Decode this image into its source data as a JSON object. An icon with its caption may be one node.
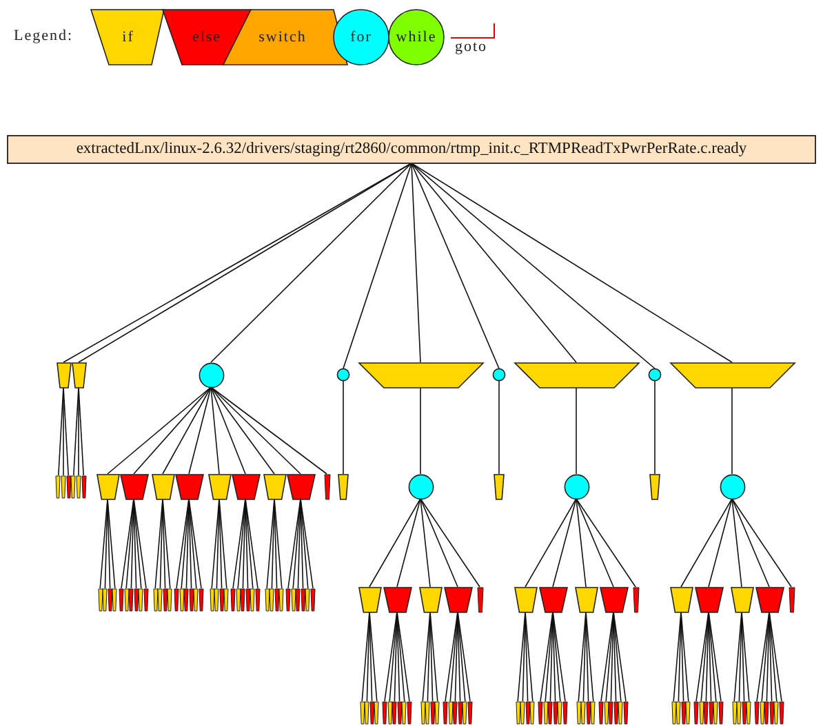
{
  "diagram": {
    "nodes": [
      {
        "text": [
          "extractedLnx/linux-2.6.32/drivers/staging/rt2860/common/rtmp_init.c_RTMPReadTxPwrPerRate.c.ready"
        ]
      },
      {
        "text": [],
        "shape": "trapezoid"
      },
      {
        "text": [],
        "shape": "trapezoid"
      },
      {
        "text": [],
        "shape": "circle"
      },
      {
        "text": [],
        "shape": "circle"
      },
      {
        "text": [],
        "shape": "trapezoid"
      },
      {
        "text": [],
        "shape": "circle"
      },
      {
        "text": [],
        "shape": "trapezoid"
      },
      {
        "text": [],
        "shape": "circle"
      },
      {
        "text": [],
        "shape": "trapezoid"
      },
      {
        "text": [],
        "shape": "trapezoid"
      },
      {
        "text": [],
        "shape": "trapezoid"
      },
      {
        "text": [],
        "shape": "trapezoid"
      },
      {
        "text": [],
        "shape": "trapezoid"
      },
      {
        "text": [],
        "shape": "trapezoid"
      },
      {
        "text": [],
        "shape": "trapezoid"
      },
      {
        "text": [],
        "shape": "trapezoid"
      },
      {
        "text": [],
        "shape": "trapezoid"
      },
      {
        "text": [],
        "shape": "trapezoid"
      },
      {
        "text": [],
        "shape": "trapezoid"
      },
      {
        "text": [],
        "shape": "trapezoid"
      },
      {
        "text": [],
        "shape": "trapezoid"
      },
      {
        "text": [],
        "shape": "trapezoid"
      },
      {
        "text": [],
        "shape": "trapezoid"
      },
      {
        "text": [],
        "shape": "trapezoid"
      },
      {
        "text": [],
        "shape": "trapezoid"
      },
      {
        "text": [],
        "shape": "circle"
      },
      {
        "text": [],
        "shape": "trapezoid"
      },
      {
        "text": [],
        "shape": "circle"
      },
      {
        "text": [],
        "shape": "trapezoid"
      },
      {
        "text": [],
        "shape": "circle"
      },
      {
        "text": [],
        "shape": "trapezoid"
      },
      {
        "text": [],
        "shape": "trapezoid"
      },
      {
        "text": [],
        "shape": "trapezoid"
      },
      {
        "text": [],
        "shape": "trapezoid"
      },
      {
        "text": [],
        "shape": "trapezoid"
      },
      {
        "text": [],
        "shape": "trapezoid"
      },
      {
        "text": [],
        "shape": "trapezoid"
      },
      {
        "text": [],
        "shape": "trapezoid"
      },
      {
        "text": [],
        "shape": "trapezoid"
      },
      {
        "text": [],
        "shape": "trapezoid"
      },
      {
        "text": [],
        "shape": "trapezoid"
      },
      {
        "text": [],
        "shape": "trapezoid"
      },
      {
        "text": [],
        "shape": "trapezoid"
      },
      {
        "text": [],
        "shape": "trapezoid"
      },
      {
        "text": [],
        "shape": "trapezoid"
      },
      {
        "text": [],
        "shape": "trapezoid"
      },
      {
        "text": [],
        "shape": "trapezoid"
      },
      {
        "text": [],
        "shape": "trapezoid"
      },
      {
        "text": [],
        "shape": "trapezoid"
      },
      {
        "text": [],
        "shape": "trapezoid"
      },
      {
        "text": [],
        "shape": "trapezoid"
      },
      {
        "text": [],
        "shape": "trapezoid"
      },
      {
        "text": [],
        "shape": "trapezoid"
      },
      {
        "text": [],
        "shape": "trapezoid"
      },
      {
        "text": [],
        "shape": "trapezoid"
      },
      {
        "text": [],
        "shape": "trapezoid"
      },
      {
        "text": [],
        "shape": "trapezoid"
      },
      {
        "text": [],
        "shape": "trapezoid"
      },
      {
        "text": [],
        "shape": "trapezoid"
      },
      {
        "text": [],
        "shape": "trapezoid"
      },
      {
        "text": [],
        "shape": "trapezoid"
      },
      {
        "text": [],
        "shape": "trapezoid"
      },
      {
        "text": [],
        "shape": "trapezoid"
      },
      {
        "text": [],
        "shape": "trapezoid"
      },
      {
        "text": [],
        "shape": "trapezoid"
      },
      {
        "text": [],
        "shape": "trapezoid"
      },
      {
        "text": [],
        "shape": "trapezoid"
      },
      {
        "text": [],
        "shape": "trapezoid"
      },
      {
        "text": [],
        "shape": "trapezoid"
      },
      {
        "text": [],
        "shape": "trapezoid"
      },
      {
        "text": [],
        "shape": "trapezoid"
      },
      {
        "text": [],
        "shape": "trapezoid"
      },
      {
        "text": [],
        "shape": "trapezoid"
      },
      {
        "text": [],
        "shape": "trapezoid"
      },
      {
        "text": [],
        "shape": "trapezoid"
      },
      {
        "text": [],
        "shape": "trapezoid"
      },
      {
        "text": [],
        "shape": "trapezoid"
      },
      {
        "text": [],
        "shape": "trapezoid"
      },
      {
        "text": [],
        "shape": "trapezoid"
      },
      {
        "text": [],
        "shape": "trapezoid"
      },
      {
        "text": [],
        "shape": "trapezoid"
      },
      {
        "text": [],
        "shape": "trapezoid"
      },
      {
        "text": [],
        "shape": "trapezoid"
      },
      {
        "text": [],
        "shape": "trapezoid"
      },
      {
        "text": [],
        "shape": "trapezoid"
      },
      {
        "text": [],
        "shape": "trapezoid"
      },
      {
        "text": [],
        "shape": "trapezoid"
      },
      {
        "text": [],
        "shape": "trapezoid"
      },
      {
        "text": [],
        "shape": "trapezoid"
      },
      {
        "text": [],
        "shape": "trapezoid"
      },
      {
        "text": [],
        "shape": "trapezoid"
      },
      {
        "text": [],
        "shape": "trapezoid"
      },
      {
        "text": [],
        "shape": "trapezoid"
      },
      {
        "text": [],
        "shape": "trapezoid"
      },
      {
        "text": [],
        "shape": "trapezoid"
      },
      {
        "text": [],
        "shape": "trapezoid"
      },
      {
        "text": [],
        "shape": "trapezoid"
      },
      {
        "text": [],
        "shape": "trapezoid"
      },
      {
        "text": [],
        "shape": "trapezoid"
      },
      {
        "text": [],
        "shape": "trapezoid"
      },
      {
        "text": [],
        "shape": "trapezoid"
      },
      {
        "text": [],
        "shape": "trapezoid"
      },
      {
        "text": [],
        "shape": "trapezoid"
      },
      {
        "text": [],
        "shape": "trapezoid"
      },
      {
        "text": [],
        "shape": "trapezoid"
      },
      {
        "text": [],
        "shape": "trapezoid"
      },
      {
        "text": [],
        "shape": "trapezoid"
      },
      {
        "text": [],
        "shape": "trapezoid"
      },
      {
        "text": [],
        "shape": "trapezoid"
      },
      {
        "text": [],
        "shape": "trapezoid"
      },
      {
        "text": [],
        "shape": "trapezoid"
      },
      {
        "text": [],
        "shape": "trapezoid"
      },
      {
        "text": [],
        "shape": "trapezoid"
      },
      {
        "text": [],
        "shape": "trapezoid"
      },
      {
        "text": [],
        "shape": "trapezoid"
      },
      {
        "text": [],
        "shape": "trapezoid"
      },
      {
        "text": [],
        "shape": "trapezoid"
      },
      {
        "text": [],
        "shape": "trapezoid"
      },
      {
        "text": [],
        "shape": "trapezoid"
      },
      {
        "text": [],
        "shape": "trapezoid"
      },
      {
        "text": [],
        "shape": "trapezoid"
      },
      {
        "text": [],
        "shape": "trapezoid"
      },
      {
        "text": [],
        "shape": "trapezoid"
      },
      {
        "text": [],
        "shape": "trapezoid"
      },
      {
        "text": [],
        "shape": "trapezoid"
      },
      {
        "text": [],
        "shape": "trapezoid"
      },
      {
        "text": [],
        "shape": "trapezoid"
      },
      {
        "text": [],
        "shape": "trapezoid"
      },
      {
        "text": [],
        "shape": "trapezoid"
      },
      {
        "text": [],
        "shape": "trapezoid"
      },
      {
        "text": [],
        "shape": "trapezoid"
      },
      {
        "text": [],
        "shape": "trapezoid"
      },
      {
        "text": [],
        "shape": "trapezoid"
      },
      {
        "text": [],
        "shape": "trapezoid"
      },
      {
        "text": [],
        "shape": "trapezoid"
      },
      {
        "text": [],
        "shape": "trapezoid"
      },
      {
        "text": [],
        "shape": "trapezoid"
      },
      {
        "text": [],
        "shape": "trapezoid"
      },
      {
        "text": [],
        "shape": "trapezoid"
      },
      {
        "text": [],
        "shape": "trapezoid"
      },
      {
        "text": [],
        "shape": "trapezoid"
      },
      {
        "text": [],
        "shape": "trapezoid"
      },
      {
        "text": [],
        "shape": "trapezoid"
      },
      {
        "text": [],
        "shape": "trapezoid"
      },
      {
        "text": [],
        "shape": "trapezoid"
      }
    ],
    "edges": [
      {
        "from": 0,
        "to": 1,
        "arrow": "none"
      },
      {
        "from": 0,
        "to": 2,
        "arrow": "none"
      },
      {
        "from": 0,
        "to": 3,
        "arrow": "none"
      },
      {
        "from": 0,
        "to": 4,
        "arrow": "none"
      },
      {
        "from": 0,
        "to": 5,
        "arrow": "none"
      },
      {
        "from": 0,
        "to": 6,
        "arrow": "none"
      },
      {
        "from": 0,
        "to": 7,
        "arrow": "none"
      },
      {
        "from": 0,
        "to": 8,
        "arrow": "none"
      },
      {
        "from": 0,
        "to": 9,
        "arrow": "none"
      },
      {
        "from": 1,
        "to": 10,
        "arrow": "none"
      },
      {
        "from": 1,
        "to": 11,
        "arrow": "none"
      },
      {
        "from": 1,
        "to": 12,
        "arrow": "none"
      },
      {
        "from": 2,
        "to": 13,
        "arrow": "none"
      },
      {
        "from": 2,
        "to": 14,
        "arrow": "none"
      },
      {
        "from": 2,
        "to": 15,
        "arrow": "none"
      },
      {
        "from": 3,
        "to": 16,
        "arrow": "none"
      },
      {
        "from": 3,
        "to": 17,
        "arrow": "none"
      },
      {
        "from": 3,
        "to": 18,
        "arrow": "none"
      },
      {
        "from": 3,
        "to": 19,
        "arrow": "none"
      },
      {
        "from": 3,
        "to": 20,
        "arrow": "none"
      },
      {
        "from": 3,
        "to": 21,
        "arrow": "none"
      },
      {
        "from": 3,
        "to": 22,
        "arrow": "none"
      },
      {
        "from": 3,
        "to": 23,
        "arrow": "none"
      },
      {
        "from": 3,
        "to": 24,
        "arrow": "none"
      },
      {
        "from": 4,
        "to": 25,
        "arrow": "none"
      },
      {
        "from": 5,
        "to": 26,
        "arrow": "none"
      },
      {
        "from": 6,
        "to": 27,
        "arrow": "none"
      },
      {
        "from": 7,
        "to": 28,
        "arrow": "none"
      },
      {
        "from": 8,
        "to": 29,
        "arrow": "none"
      },
      {
        "from": 9,
        "to": 30,
        "arrow": "none"
      },
      {
        "from": 16,
        "to": 31,
        "arrow": "none"
      },
      {
        "from": 16,
        "to": 32,
        "arrow": "none"
      },
      {
        "from": 16,
        "to": 33,
        "arrow": "none"
      },
      {
        "from": 16,
        "to": 34,
        "arrow": "none"
      },
      {
        "from": 17,
        "to": 35,
        "arrow": "none"
      },
      {
        "from": 17,
        "to": 36,
        "arrow": "none"
      },
      {
        "from": 17,
        "to": 37,
        "arrow": "none"
      },
      {
        "from": 17,
        "to": 38,
        "arrow": "none"
      },
      {
        "from": 17,
        "to": 39,
        "arrow": "none"
      },
      {
        "from": 17,
        "to": 40,
        "arrow": "none"
      },
      {
        "from": 18,
        "to": 41,
        "arrow": "none"
      },
      {
        "from": 18,
        "to": 42,
        "arrow": "none"
      },
      {
        "from": 18,
        "to": 43,
        "arrow": "none"
      },
      {
        "from": 18,
        "to": 44,
        "arrow": "none"
      },
      {
        "from": 19,
        "to": 45,
        "arrow": "none"
      },
      {
        "from": 19,
        "to": 46,
        "arrow": "none"
      },
      {
        "from": 19,
        "to": 47,
        "arrow": "none"
      },
      {
        "from": 19,
        "to": 48,
        "arrow": "none"
      },
      {
        "from": 19,
        "to": 49,
        "arrow": "none"
      },
      {
        "from": 19,
        "to": 50,
        "arrow": "none"
      },
      {
        "from": 20,
        "to": 51,
        "arrow": "none"
      },
      {
        "from": 20,
        "to": 52,
        "arrow": "none"
      },
      {
        "from": 20,
        "to": 53,
        "arrow": "none"
      },
      {
        "from": 20,
        "to": 54,
        "arrow": "none"
      },
      {
        "from": 21,
        "to": 55,
        "arrow": "none"
      },
      {
        "from": 21,
        "to": 56,
        "arrow": "none"
      },
      {
        "from": 21,
        "to": 57,
        "arrow": "none"
      },
      {
        "from": 21,
        "to": 58,
        "arrow": "none"
      },
      {
        "from": 21,
        "to": 59,
        "arrow": "none"
      },
      {
        "from": 21,
        "to": 60,
        "arrow": "none"
      },
      {
        "from": 22,
        "to": 61,
        "arrow": "none"
      },
      {
        "from": 22,
        "to": 62,
        "arrow": "none"
      },
      {
        "from": 22,
        "to": 63,
        "arrow": "none"
      },
      {
        "from": 22,
        "to": 64,
        "arrow": "none"
      },
      {
        "from": 23,
        "to": 65,
        "arrow": "none"
      },
      {
        "from": 23,
        "to": 66,
        "arrow": "none"
      },
      {
        "from": 23,
        "to": 67,
        "arrow": "none"
      },
      {
        "from": 23,
        "to": 68,
        "arrow": "none"
      },
      {
        "from": 23,
        "to": 69,
        "arrow": "none"
      },
      {
        "from": 23,
        "to": 70,
        "arrow": "none"
      },
      {
        "from": 26,
        "to": 71,
        "arrow": "none"
      },
      {
        "from": 26,
        "to": 72,
        "arrow": "none"
      },
      {
        "from": 26,
        "to": 73,
        "arrow": "none"
      },
      {
        "from": 26,
        "to": 74,
        "arrow": "none"
      },
      {
        "from": 26,
        "to": 75,
        "arrow": "none"
      },
      {
        "from": 28,
        "to": 76,
        "arrow": "none"
      },
      {
        "from": 28,
        "to": 77,
        "arrow": "none"
      },
      {
        "from": 28,
        "to": 78,
        "arrow": "none"
      },
      {
        "from": 28,
        "to": 79,
        "arrow": "none"
      },
      {
        "from": 28,
        "to": 80,
        "arrow": "none"
      },
      {
        "from": 30,
        "to": 81,
        "arrow": "none"
      },
      {
        "from": 30,
        "to": 82,
        "arrow": "none"
      },
      {
        "from": 30,
        "to": 83,
        "arrow": "none"
      },
      {
        "from": 30,
        "to": 84,
        "arrow": "none"
      },
      {
        "from": 30,
        "to": 85,
        "arrow": "none"
      },
      {
        "from": 71,
        "to": 86,
        "arrow": "none"
      },
      {
        "from": 71,
        "to": 87,
        "arrow": "none"
      },
      {
        "from": 71,
        "to": 88,
        "arrow": "none"
      },
      {
        "from": 71,
        "to": 89,
        "arrow": "none"
      },
      {
        "from": 72,
        "to": 90,
        "arrow": "none"
      },
      {
        "from": 72,
        "to": 91,
        "arrow": "none"
      },
      {
        "from": 72,
        "to": 92,
        "arrow": "none"
      },
      {
        "from": 72,
        "to": 93,
        "arrow": "none"
      },
      {
        "from": 72,
        "to": 94,
        "arrow": "none"
      },
      {
        "from": 72,
        "to": 95,
        "arrow": "none"
      },
      {
        "from": 73,
        "to": 96,
        "arrow": "none"
      },
      {
        "from": 73,
        "to": 97,
        "arrow": "none"
      },
      {
        "from": 73,
        "to": 98,
        "arrow": "none"
      },
      {
        "from": 73,
        "to": 99,
        "arrow": "none"
      },
      {
        "from": 74,
        "to": 100,
        "arrow": "none"
      },
      {
        "from": 74,
        "to": 101,
        "arrow": "none"
      },
      {
        "from": 74,
        "to": 102,
        "arrow": "none"
      },
      {
        "from": 74,
        "to": 103,
        "arrow": "none"
      },
      {
        "from": 74,
        "to": 104,
        "arrow": "none"
      },
      {
        "from": 74,
        "to": 105,
        "arrow": "none"
      },
      {
        "from": 76,
        "to": 106,
        "arrow": "none"
      },
      {
        "from": 76,
        "to": 107,
        "arrow": "none"
      },
      {
        "from": 76,
        "to": 108,
        "arrow": "none"
      },
      {
        "from": 76,
        "to": 109,
        "arrow": "none"
      },
      {
        "from": 77,
        "to": 110,
        "arrow": "none"
      },
      {
        "from": 77,
        "to": 111,
        "arrow": "none"
      },
      {
        "from": 77,
        "to": 112,
        "arrow": "none"
      },
      {
        "from": 77,
        "to": 113,
        "arrow": "none"
      },
      {
        "from": 77,
        "to": 114,
        "arrow": "none"
      },
      {
        "from": 77,
        "to": 115,
        "arrow": "none"
      },
      {
        "from": 78,
        "to": 116,
        "arrow": "none"
      },
      {
        "from": 78,
        "to": 117,
        "arrow": "none"
      },
      {
        "from": 78,
        "to": 118,
        "arrow": "none"
      },
      {
        "from": 78,
        "to": 119,
        "arrow": "none"
      },
      {
        "from": 79,
        "to": 120,
        "arrow": "none"
      },
      {
        "from": 79,
        "to": 121,
        "arrow": "none"
      },
      {
        "from": 79,
        "to": 122,
        "arrow": "none"
      },
      {
        "from": 79,
        "to": 123,
        "arrow": "none"
      },
      {
        "from": 79,
        "to": 124,
        "arrow": "none"
      },
      {
        "from": 79,
        "to": 125,
        "arrow": "none"
      },
      {
        "from": 81,
        "to": 126,
        "arrow": "none"
      },
      {
        "from": 81,
        "to": 127,
        "arrow": "none"
      },
      {
        "from": 81,
        "to": 128,
        "arrow": "none"
      },
      {
        "from": 81,
        "to": 129,
        "arrow": "none"
      },
      {
        "from": 82,
        "to": 130,
        "arrow": "none"
      },
      {
        "from": 82,
        "to": 131,
        "arrow": "none"
      },
      {
        "from": 82,
        "to": 132,
        "arrow": "none"
      },
      {
        "from": 82,
        "to": 133,
        "arrow": "none"
      },
      {
        "from": 82,
        "to": 134,
        "arrow": "none"
      },
      {
        "from": 82,
        "to": 135,
        "arrow": "none"
      },
      {
        "from": 83,
        "to": 136,
        "arrow": "none"
      },
      {
        "from": 83,
        "to": 137,
        "arrow": "none"
      },
      {
        "from": 83,
        "to": 138,
        "arrow": "none"
      },
      {
        "from": 83,
        "to": 139,
        "arrow": "none"
      },
      {
        "from": 84,
        "to": 140,
        "arrow": "none"
      },
      {
        "from": 84,
        "to": 141,
        "arrow": "none"
      },
      {
        "from": 84,
        "to": 142,
        "arrow": "none"
      },
      {
        "from": 84,
        "to": 143,
        "arrow": "none"
      },
      {
        "from": 84,
        "to": 144,
        "arrow": "none"
      },
      {
        "from": 84,
        "to": 145,
        "arrow": "none"
      }
    ],
    "labels": [
      "Legend:"
    ],
    "legend": [
      {
        "text": "if",
        "color": "#ffd700"
      },
      {
        "text": "else",
        "color": "#ff0000"
      },
      {
        "text": "switch",
        "color": "#ffa500"
      },
      {
        "text": "for",
        "color": "#00ffff"
      },
      {
        "text": "while",
        "color": "#7fff00"
      },
      {
        "text": "goto"
      }
    ]
  }
}
